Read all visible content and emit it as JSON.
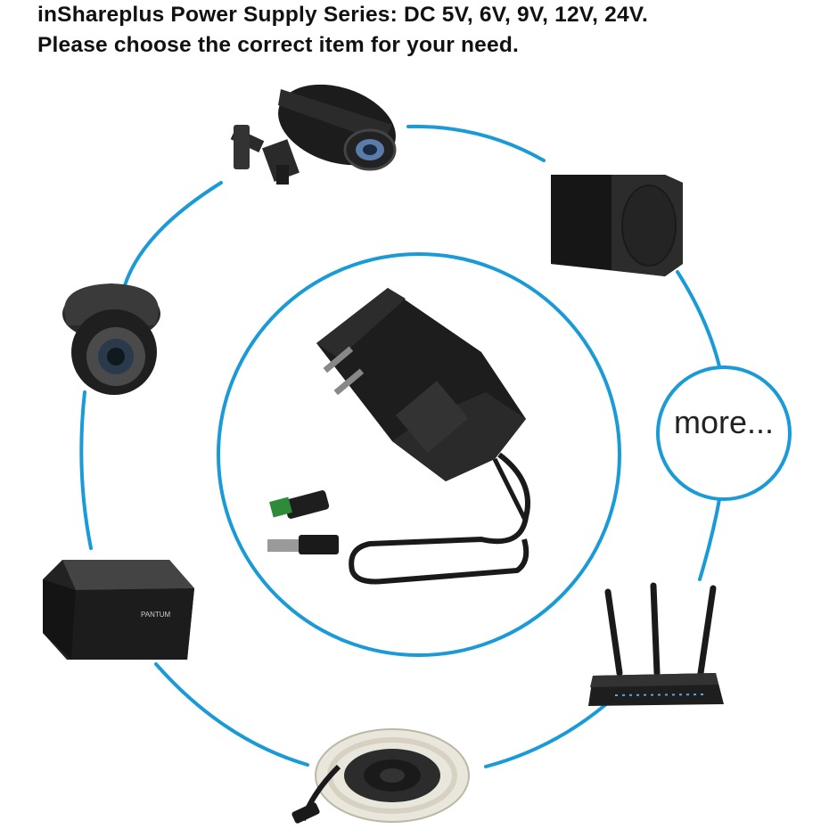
{
  "header": {
    "line1": "inShareplus Power Supply Series: DC 5V, 6V, 9V, 12V, 24V.",
    "line2": "Please choose the correct item for your need."
  },
  "more_label": "more...",
  "printer_brand": "PANTUM",
  "colors": {
    "ring": "#1a9bd7",
    "device": "#1c1c1c",
    "text": "#111111"
  },
  "devices": [
    {
      "name": "bullet-camera",
      "icon": "bullet-camera-icon"
    },
    {
      "name": "subwoofer-speaker",
      "icon": "speaker-icon"
    },
    {
      "name": "dome-camera",
      "icon": "dome-camera-icon"
    },
    {
      "name": "printer",
      "icon": "printer-icon"
    },
    {
      "name": "wifi-router",
      "icon": "router-icon"
    },
    {
      "name": "led-strip",
      "icon": "led-strip-icon"
    }
  ]
}
